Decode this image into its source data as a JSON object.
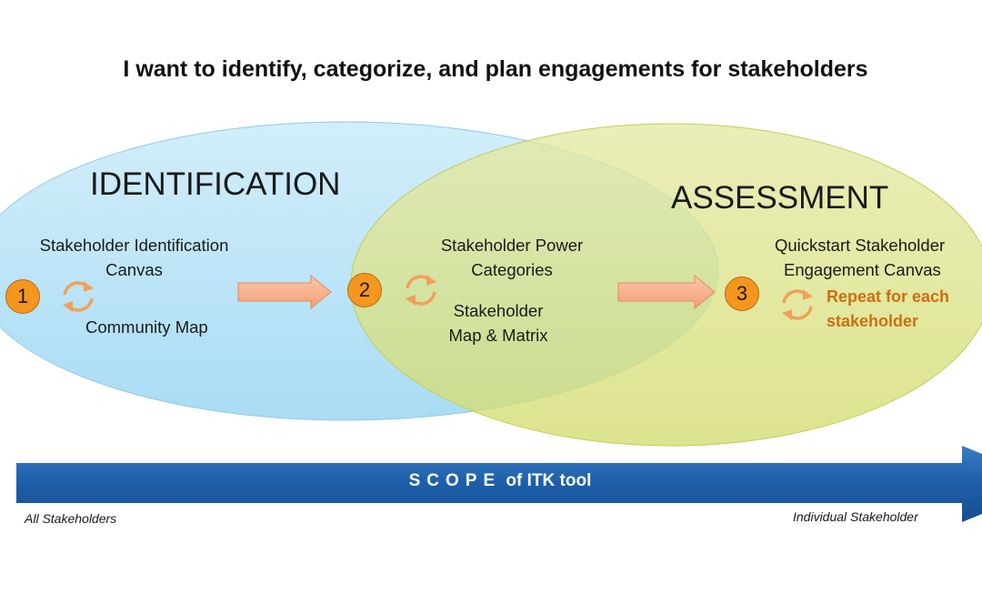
{
  "title": "I want to identify, categorize, and plan engagements for stakeholders",
  "identification": {
    "heading": "IDENTIFICATION",
    "canvas_line1": "Stakeholder Identification",
    "canvas_line2": "Canvas",
    "community_map": "Community Map",
    "step_number": "1"
  },
  "overlap": {
    "power_line1": "Stakeholder Power",
    "power_line2": "Categories",
    "map_line1": "Stakeholder",
    "map_line2": "Map & Matrix",
    "step_number": "2"
  },
  "assessment": {
    "heading": "ASSESSMENT",
    "canvas_line1": "Quickstart Stakeholder",
    "canvas_line2": "Engagement Canvas",
    "repeat_line1": "Repeat for each",
    "repeat_line2": "stakeholder",
    "step_number": "3"
  },
  "scope": {
    "spaced_word": "SCOPE",
    "rest": " of ITK tool",
    "left_label": "All Stakeholders",
    "right_label": "Individual Stakeholder"
  },
  "colors": {
    "identification_fill": "#b8e3f7",
    "assessment_fill": "#dfe58c",
    "badge": "#f5961f",
    "arrow": "#f9b48e",
    "scope_bar": "#1d5ea8",
    "repeat_text": "#cc6f12"
  }
}
